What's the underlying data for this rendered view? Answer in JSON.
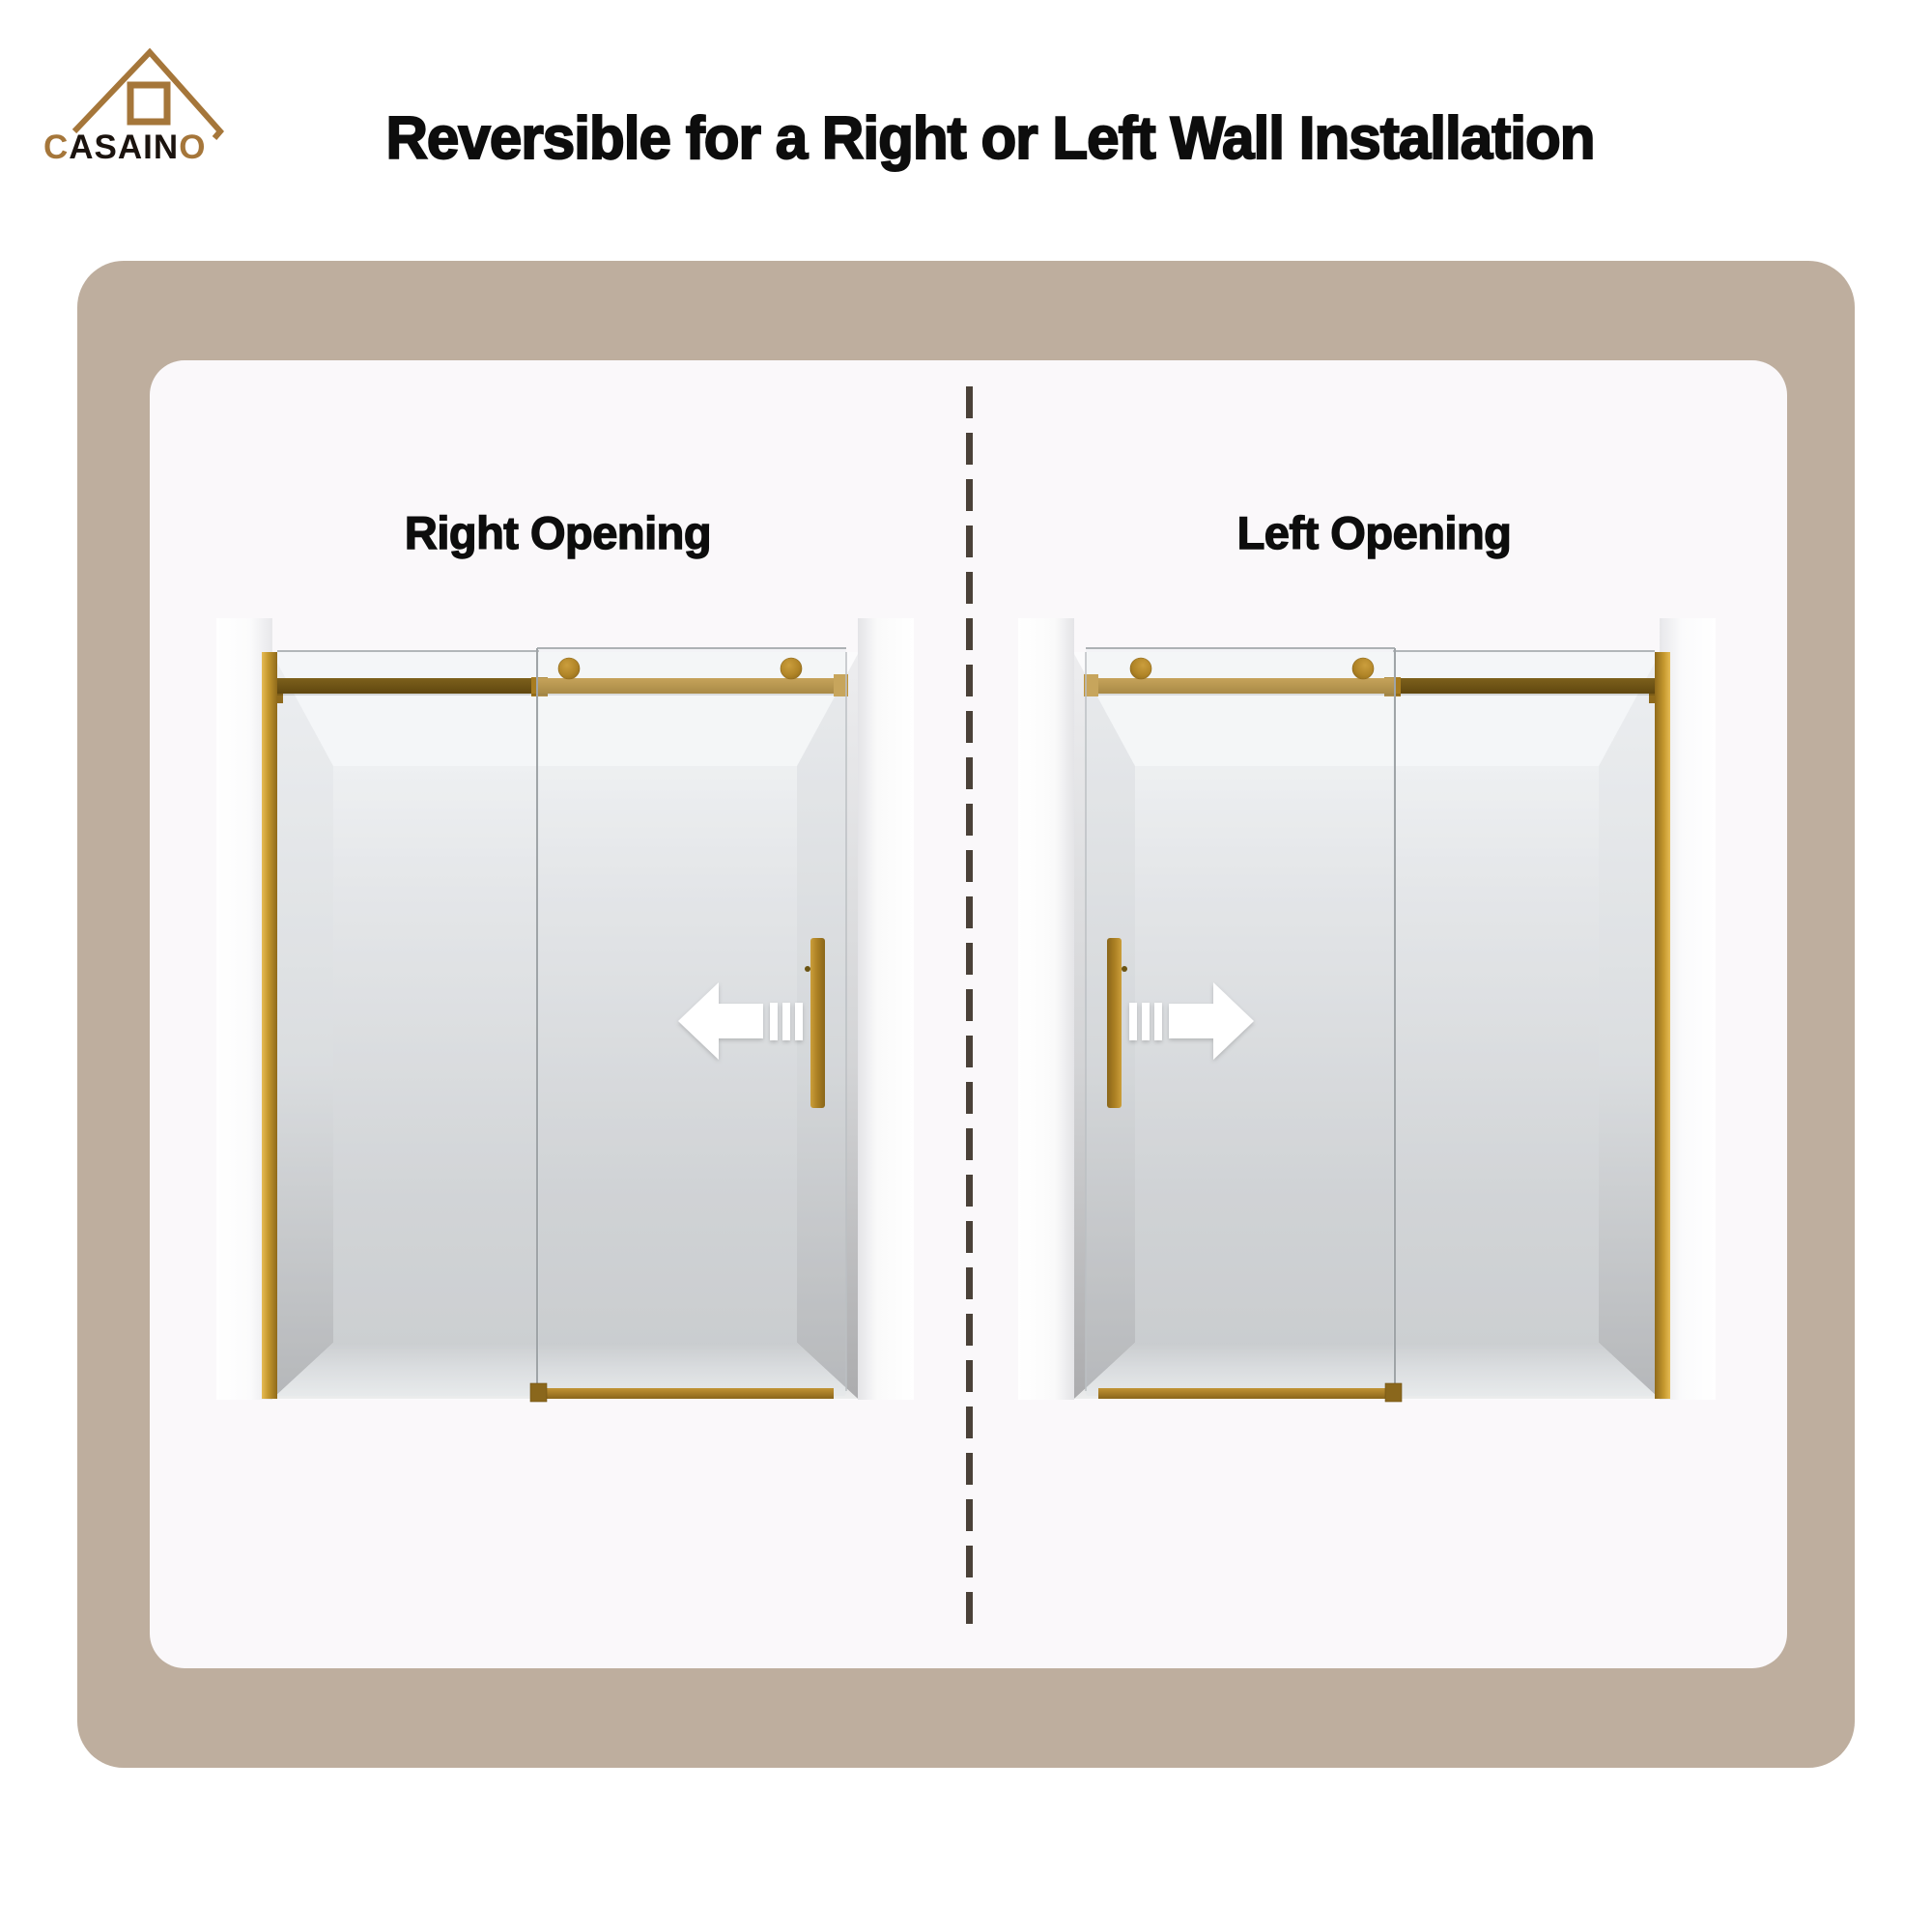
{
  "logo": {
    "brand_first": "C",
    "brand_middle": "ASAIN",
    "brand_last": "O"
  },
  "header": {
    "title": "Reversible for a Right or Left Wall Installation"
  },
  "panels": {
    "left": {
      "label": "Right Opening",
      "arrow_direction": "left"
    },
    "right": {
      "label": "Left Opening",
      "arrow_direction": "right"
    }
  },
  "colors": {
    "frame_tan": "#beae9e",
    "panel_white": "#faf8fa",
    "page_bg": "#ffffff",
    "title_color": "#0d0d0d",
    "divider_dash": "#4a4138",
    "logo_brown": "#a5763a",
    "logo_black": "#1b130e",
    "arrow_white": "#ffffff",
    "accent_gold": "#b08427",
    "accent_gold_dark": "#6f5517"
  }
}
